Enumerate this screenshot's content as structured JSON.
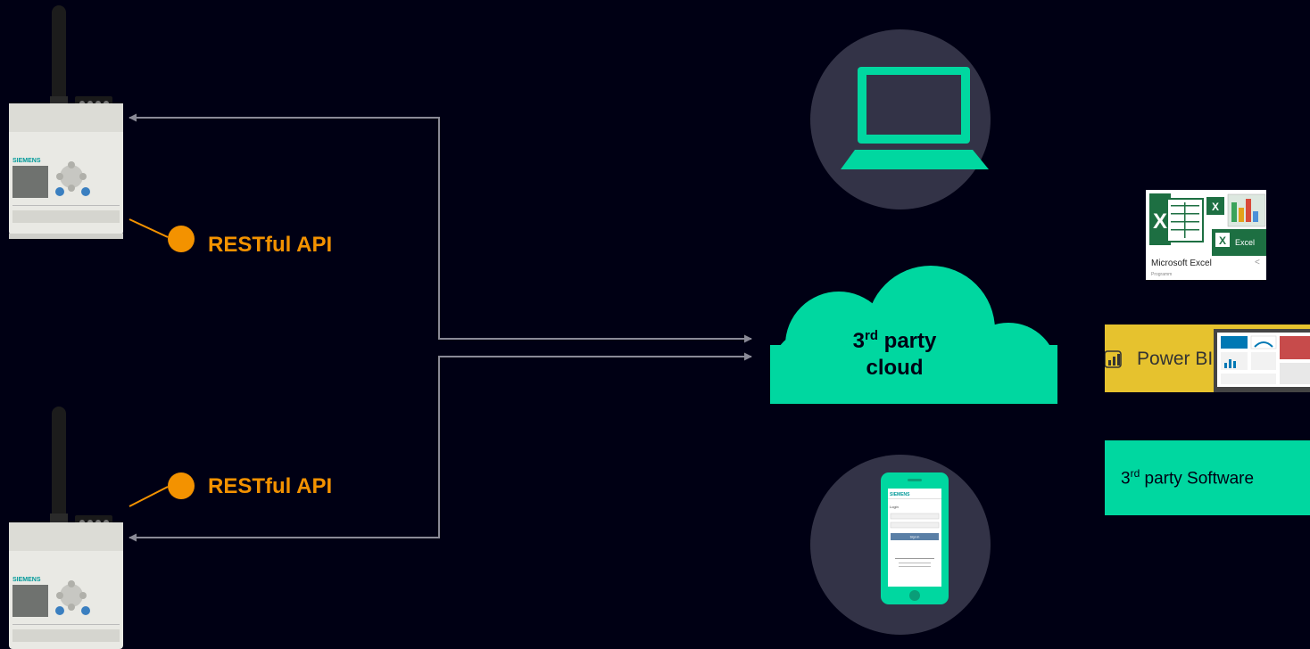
{
  "devices": [
    {
      "brand": "SIEMENS",
      "api_label": "RESTful API"
    },
    {
      "brand": "SIEMENS",
      "api_label": "RESTful API"
    }
  ],
  "cloud": {
    "line1_main": "3",
    "line1_sup": "rd",
    "line1_rest": " party",
    "line2": "cloud"
  },
  "clients": [
    "laptop-icon",
    "smartphone-icon"
  ],
  "phone_screen": {
    "brand": "SIEMENS",
    "login": "Login",
    "sign_in": "Sign in"
  },
  "software": {
    "excel": {
      "tile_letter": "X",
      "caption": "Microsoft Excel",
      "sub": "Programm",
      "badge": "Excel"
    },
    "powerbi": {
      "label": "Power BI"
    },
    "third_party": {
      "main": "3",
      "sup": "rd",
      "rest": " party Software"
    }
  },
  "colors": {
    "background": "#000014",
    "accent": "#f39200",
    "cloud": "#00d7a0",
    "circle": "#333347",
    "arrow": "#8a8a96",
    "powerbi": "#e6c22e"
  }
}
